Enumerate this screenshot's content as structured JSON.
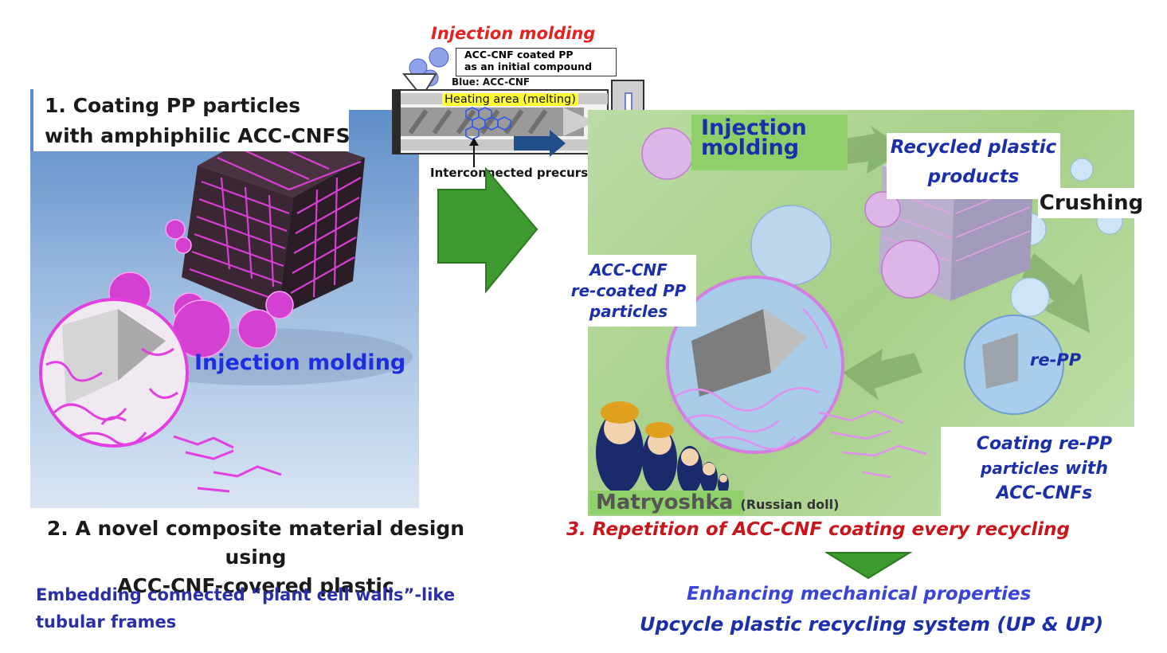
{
  "top": {
    "title": "Injection molding",
    "box_line1": "ACC-CNF coated PP",
    "box_line2": "as an initial compound",
    "blue_note": "Blue: ACC-CNF",
    "heating": "Heating area  (melting)",
    "precursor": "Interconnected precursor"
  },
  "left": {
    "step1_line1": "1. Coating PP particles",
    "step1_line2": "with amphiphilic ACC-CNFS",
    "injection": "Injection molding",
    "step2_line1": "2. A novel composite material design using",
    "step2_line2": "ACC-CNF-covered plastic",
    "embed_line1": "Embedding connected “plant cell walls”-like",
    "embed_line2": "tubular frames"
  },
  "right": {
    "injection_line1": "Injection",
    "injection_line2": "molding",
    "recycled_line1": "Recycled plastic",
    "recycled_line2": "products",
    "crushing": "Crushing",
    "recoated_line1": "ACC-CNF",
    "recoated_line2": "re-coated PP",
    "recoated_line3": "particles",
    "repp": "re-PP",
    "coating_line1": "Coating re-PP",
    "coating_line2a": "particles",
    "coating_line2b": " with",
    "coating_line3": "ACC-CNFs",
    "matryoshka": "Matryoshka",
    "russian": "(Russian doll)",
    "step3": "3. Repetition of ACC-CNF coating every recycling"
  },
  "bottom": {
    "enhancing": "Enhancing mechanical properties",
    "upcycle": "Upcycle plastic recycling system (UP & UP)"
  },
  "colors": {
    "magenta": "#e23fe0",
    "arrow_green": "#3d9a2e",
    "text_blue": "#1a2fa8",
    "text_red": "#c8161c"
  }
}
